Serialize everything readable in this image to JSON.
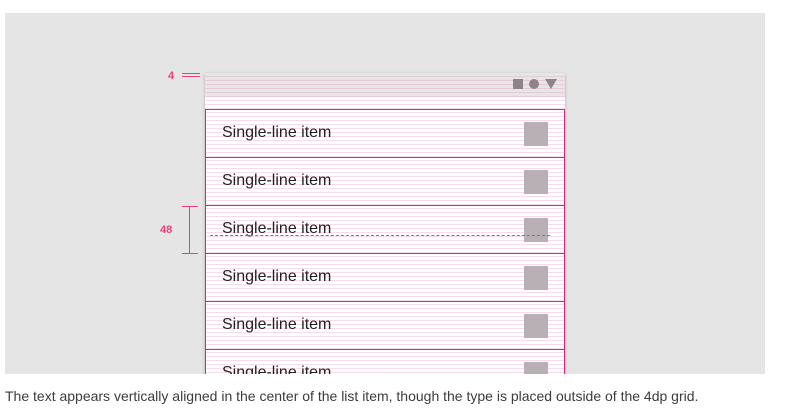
{
  "spec": {
    "top_label": "4",
    "row_height_label": "48",
    "list": {
      "items": [
        "Single-line item",
        "Single-line item",
        "Single-line item",
        "Single-line item",
        "Single-line item",
        "Single-line item"
      ]
    },
    "status_bar": {
      "icons": [
        "square-icon",
        "circle-icon",
        "triangle-icon"
      ],
      "icon_color": "#8d8388"
    },
    "accent_color": "#ec407a",
    "divider_color": "#d3297e"
  },
  "caption": "The text appears vertically aligned in the center of the list item, though the type is placed outside of the 4dp grid."
}
